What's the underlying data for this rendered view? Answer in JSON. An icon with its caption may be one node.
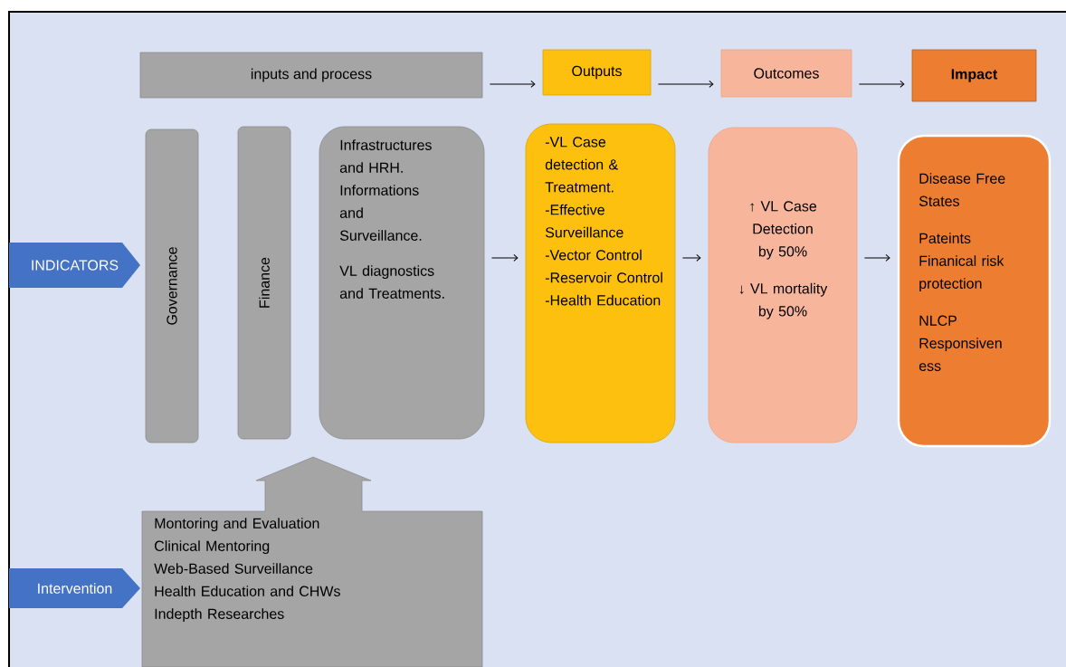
{
  "diagram": {
    "nodes": [
      {
        "text": [
          "inputs and process"
        ]
      },
      {
        "text": [
          "Outputs"
        ]
      },
      {
        "text": [
          "Outcomes"
        ]
      },
      {
        "text": [
          "Impact"
        ]
      },
      {
        "text": [
          "INDICATORS"
        ]
      },
      {
        "text": [
          "Governance"
        ]
      },
      {
        "text": [
          "Finance"
        ]
      },
      {
        "text": [
          "Infrastructures and HRH. Informations and Surveillance.",
          "VL diagnostics and Treatments."
        ]
      },
      {
        "text": [
          "-VL Case detection & Treatment.",
          "-Effective Surveillance",
          "-Vector Control",
          "-Reservoir Control",
          "-Health Education"
        ]
      },
      {
        "text": [
          "↑ VL Case Detection by 50%",
          "↓ VL mortality by 50%"
        ]
      },
      {
        "text": [
          "Disease Free States",
          "Pateints Finanical risk protection",
          "NLCP Responsiven ess"
        ]
      },
      {
        "text": [
          "Intervention"
        ]
      },
      {
        "text": [
          "Montoring and Evaluation",
          "Clinical Mentoring",
          "Web-Based Surveillance",
          "Health Education and CHWs",
          "Indepth Researches"
        ]
      }
    ],
    "edges": [
      {
        "from": 0,
        "to": 1,
        "arrow": "to"
      },
      {
        "from": 1,
        "to": 2,
        "arrow": "to"
      },
      {
        "from": 2,
        "to": 3,
        "arrow": "to"
      },
      {
        "from": 7,
        "to": 8,
        "arrow": "to"
      },
      {
        "from": 8,
        "to": 9,
        "arrow": "to"
      },
      {
        "from": 9,
        "to": 10,
        "arrow": "to"
      }
    ]
  }
}
